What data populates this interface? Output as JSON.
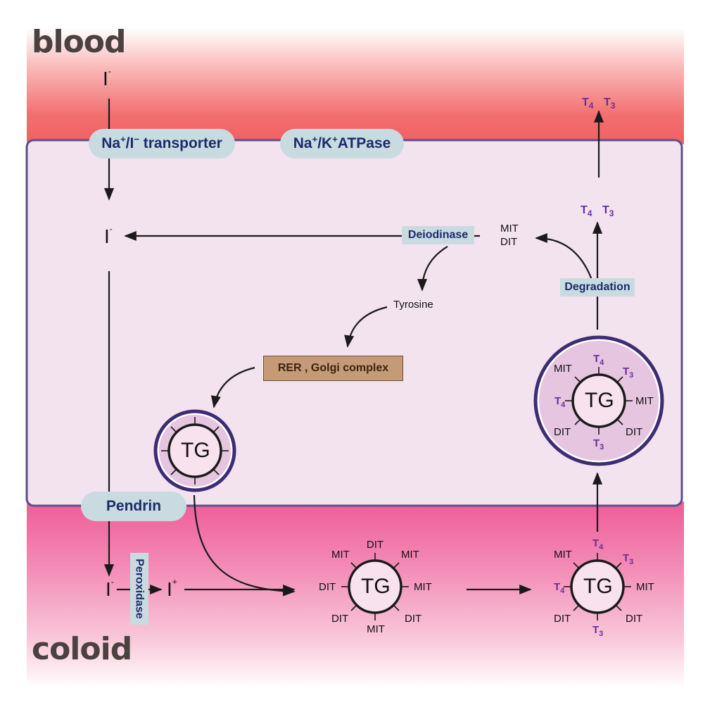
{
  "regions": {
    "blood": "blood",
    "colloid": "coloid"
  },
  "transporters": {
    "nai_transporter": {
      "na": "Na",
      "na_charge": "+",
      "sep": "/I",
      "i_charge": "−",
      "rest": "transporter"
    },
    "nak_atpase": {
      "na": "Na",
      "na_charge": "+",
      "sep": "/K",
      "k_charge": "+",
      "rest": "ATPase"
    },
    "pendrin": "Pendrin"
  },
  "enzymes": {
    "deiodinase": "Deiodinase",
    "degradation": "Degradation",
    "peroxidase": "Peroxidase"
  },
  "organelle": "RER , Golgi complex",
  "molecules": {
    "tyrosine": "Tyrosine",
    "mit": "MIT",
    "dit": "DIT",
    "tg": "TG"
  },
  "ions": {
    "iodide": "I",
    "iodide_charge": "-",
    "iodine_charge": "+"
  },
  "hormones": {
    "t": "T",
    "t4_sub": "4",
    "t3_sub": "3"
  },
  "colors": {
    "blood_band": "#f26f6f",
    "colloid_band": "#f06ca0",
    "cell_fill": "#f3e3ef",
    "cell_border": "#5a4f8a",
    "pill_fill": "#c9dbe0",
    "label_navy": "#1c2c6b",
    "hormone_purple": "#6c2d9a",
    "rer_fill": "#c49b76",
    "tg_circle_fill": "#e5c5df"
  }
}
